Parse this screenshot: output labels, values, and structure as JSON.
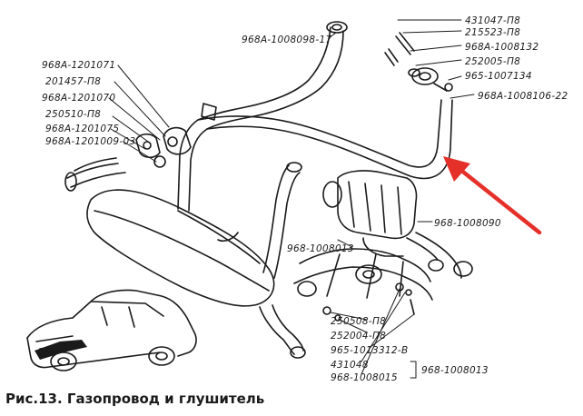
{
  "labels": {
    "flange_upper_pipe": "968A-1008098-17",
    "bolt": "431047-П8",
    "nut_a": "215523-П8",
    "gasket_a": "968A-1008132",
    "washer_a": "252005-П8",
    "nut_b": "965-1007134",
    "front_pipe": "968A-1008106-22",
    "clamp": "968A-1201071",
    "bolt_clamp": "201457-П8",
    "clamp_half": "968A-1201070",
    "washer_clamp": "250510-П8",
    "bracket": "968A-1201075",
    "muffler": "968A-1201009-03",
    "manifold_top": "968-1008090",
    "manifold_left": "968-1008013",
    "washer_b": "250508-П8",
    "washer_c": "252004-П8",
    "stud": "965-1013312-В",
    "gasket_b": "431048",
    "gasket_c": "968-1008015",
    "manifold_group": "968-1008013"
  },
  "caption": {
    "prefix": "Рис.",
    "number": "13.",
    "text": "Газопровод и глушитель"
  },
  "colors": {
    "ink": "#1a1a1a",
    "arrow": "#e5302a"
  }
}
